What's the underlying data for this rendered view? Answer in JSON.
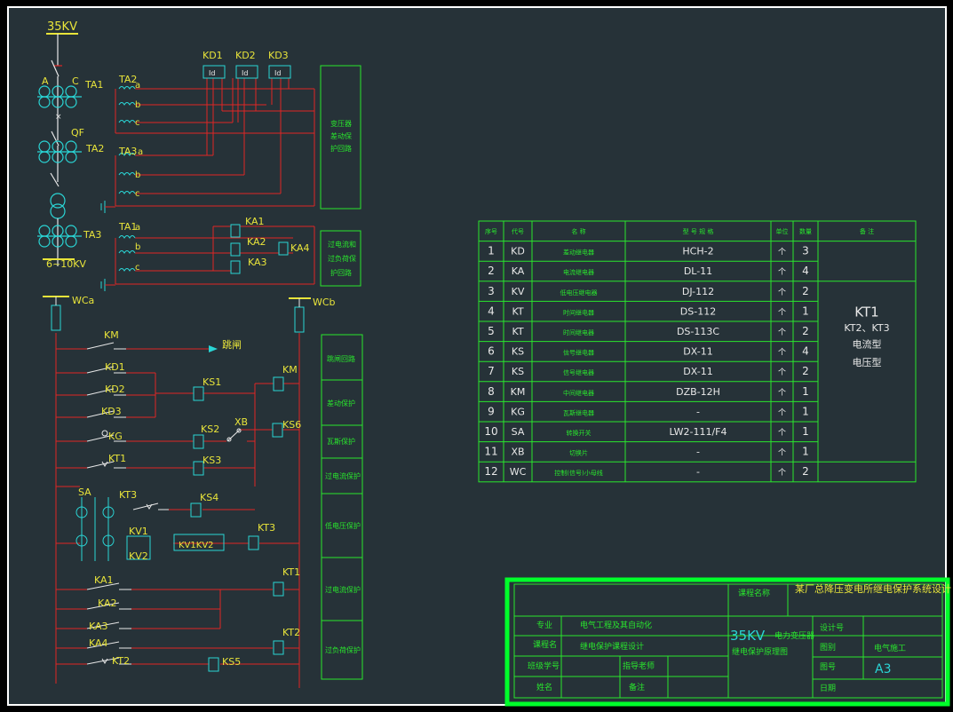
{
  "colors": {
    "background": "#263238",
    "wire_red": "#e02525",
    "green": "#29e62d",
    "cyan": "#2ad5d5",
    "yellow": "#e8e43a",
    "white": "#e8e8e8",
    "title_border": "#00ff2a"
  },
  "single_line": {
    "voltage_hv": "35KV",
    "voltage_lv": "6~10KV",
    "breaker_label": "QF",
    "ct_labels": [
      "TA1",
      "TA2",
      "TA3"
    ],
    "phase_a": "A",
    "phase_c": "C"
  },
  "protection": {
    "diff_relays": [
      "KD1",
      "KD2",
      "KD3"
    ],
    "diff_relay_symbol": "Id",
    "ct_groups": [
      {
        "label": "TA2",
        "phases": [
          "a",
          "b",
          "c"
        ]
      },
      {
        "label": "TA3",
        "phases": [
          "a",
          "b",
          "c"
        ]
      },
      {
        "label": "TA1",
        "phases": [
          "a",
          "b",
          "c"
        ]
      }
    ],
    "current_relays": [
      "KA1",
      "KA2",
      "KA3",
      "KA4"
    ],
    "box_diff": "变压器差动保护回路",
    "box_overcurrent": "过电流和过负荷保护回路"
  },
  "dc_circuit": {
    "bus_a": "WCa",
    "bus_b": "WCb",
    "trip_label": "跳闸",
    "contacts": [
      "KM",
      "KD1",
      "KD2",
      "KD3",
      "KG",
      "KT1",
      "SA",
      "KT3",
      "KV1",
      "KV2",
      "KA1",
      "KA2",
      "KA3",
      "KA4",
      "KT2"
    ],
    "coils": [
      "KS1",
      "KS2",
      "KS3",
      "KS4",
      "KS5",
      "KS6",
      "KM",
      "KT3",
      "KT1",
      "KT2",
      "XB",
      "KV1KV2"
    ],
    "sections": [
      "跳闸回路",
      "差动保护",
      "瓦斯保护",
      "过电流保护",
      "低电压保护",
      "过电流保护",
      "过负荷保护"
    ]
  },
  "table": {
    "headers": [
      "序号",
      "代号",
      "名 称",
      "型 号 规 格",
      "单位",
      "数量",
      "备 注"
    ],
    "rows": [
      [
        "1",
        "KD",
        "差动继电器",
        "HCH-2",
        "个",
        "3",
        ""
      ],
      [
        "2",
        "KA",
        "电流继电器",
        "DL-11",
        "个",
        "4",
        ""
      ],
      [
        "3",
        "KV",
        "低电压继电器",
        "DJ-112",
        "个",
        "2",
        ""
      ],
      [
        "4",
        "KT",
        "时间继电器",
        "DS-112",
        "个",
        "1",
        "KT1"
      ],
      [
        "5",
        "KT",
        "时间继电器",
        "DS-113C",
        "个",
        "2",
        "KT2、KT3"
      ],
      [
        "6",
        "KS",
        "信号继电器",
        "DX-11",
        "个",
        "4",
        "电流型"
      ],
      [
        "7",
        "KS",
        "信号继电器",
        "DX-11",
        "个",
        "2",
        "电压型"
      ],
      [
        "8",
        "KM",
        "中间继电器",
        "DZB-12H",
        "个",
        "1",
        ""
      ],
      [
        "9",
        "KG",
        "瓦斯继电器",
        "-",
        "个",
        "1",
        ""
      ],
      [
        "10",
        "SA",
        "转换开关",
        "LW2-111/F4",
        "个",
        "1",
        ""
      ],
      [
        "11",
        "XB",
        "切换片",
        "-",
        "个",
        "1",
        ""
      ],
      [
        "12",
        "WC",
        "控制(信号)小母线",
        "-",
        "个",
        "2",
        ""
      ]
    ]
  },
  "title_block": {
    "course_name_label": "课程名称",
    "project_title": "某厂总降压变电所继电保护系统设计",
    "major_label": "专业",
    "major_value": "电气工程及其自动化",
    "course_label": "课程名",
    "course_value": "继电保护课程设计",
    "class_label": "班级学号",
    "advisor_label": "指导老师",
    "name_label": "姓名",
    "remark_label": "备注",
    "drawing_title_1": "35KV",
    "drawing_title_2": "电力变压器",
    "drawing_title_3": "继电保护原理图",
    "design_no_label": "设计号",
    "category_label": "图别",
    "category_value": "电气施工",
    "drawing_no_label": "图号",
    "drawing_no_value": "A3",
    "date_label": "日期"
  }
}
